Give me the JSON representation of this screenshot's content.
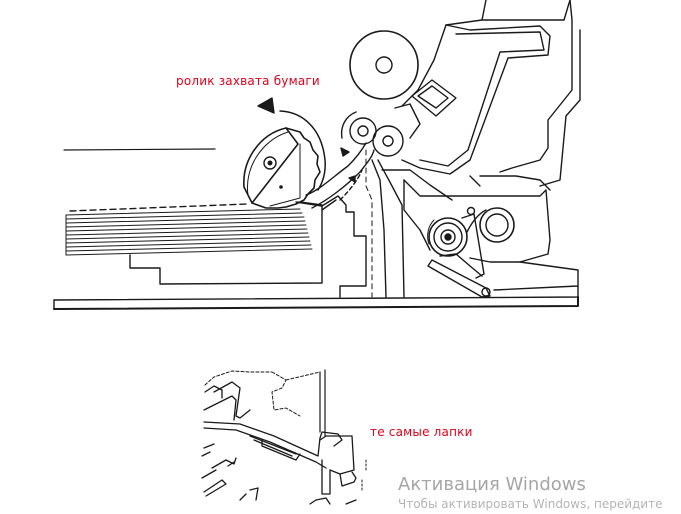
{
  "annotations": {
    "pickup_roller": "ролик захвата бумаги",
    "tabs": "те самые лапки"
  },
  "colors": {
    "annotation_text": "#e0001a",
    "line_art": "#1a1a1a",
    "watermark_text": "#a6a6a6"
  },
  "watermark": {
    "title": "Активация Windows",
    "subtitle": "Чтобы активировать Windows, перейдите"
  }
}
